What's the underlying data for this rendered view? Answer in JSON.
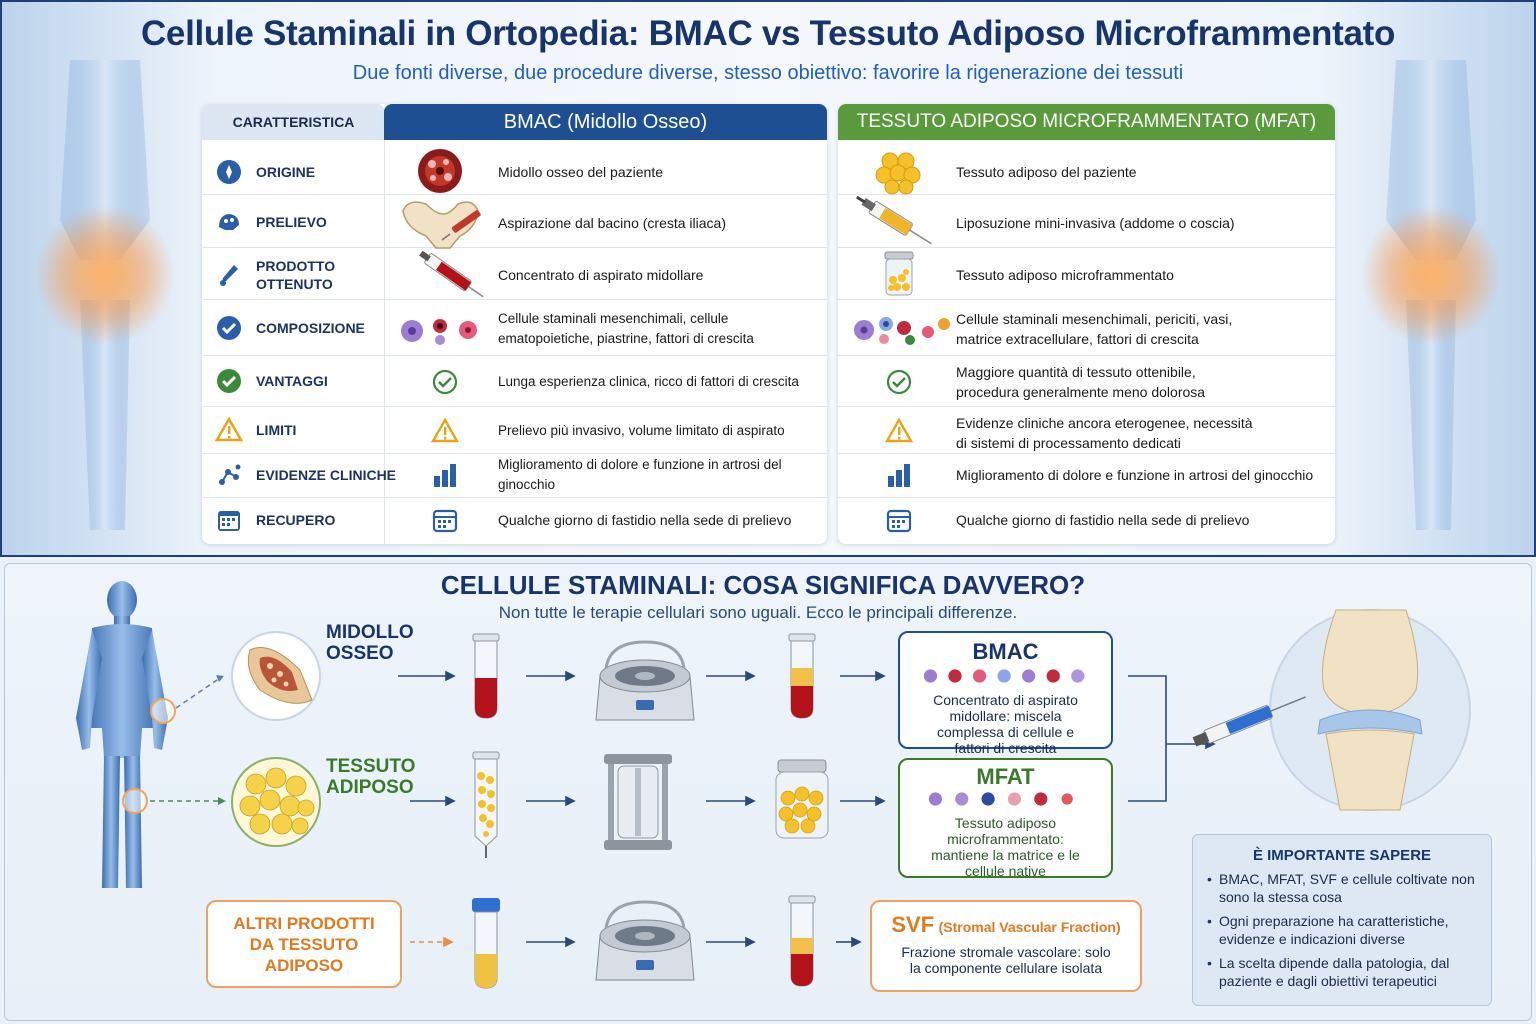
{
  "top": {
    "title": "Cellule Staminali in Ortopedia: BMAC vs Tessuto Adiposo Microframmentato",
    "subtitle": "Due fonti diverse, due procedure diverse, stesso obiettivo: favorire la rigenerazione dei tessuti",
    "headers": {
      "feature": "CARATTERISTICA",
      "bmac": "BMAC (Midollo Osseo)",
      "mfat": "TESSUTO ADIPOSO MICROFRAMMENTATO (MFAT)"
    },
    "rows": [
      {
        "label": "ORIGINE",
        "icon": "origin-icon",
        "bmac": "Midollo osseo del paziente",
        "mfat": "Tessuto adiposo del paziente"
      },
      {
        "label": "PRELIEVO",
        "icon": "harvest-icon",
        "bmac": "Aspirazione dal bacino (cresta iliaca)",
        "mfat": "Liposuzione mini-invasiva (addome o coscia)"
      },
      {
        "label": "PRODOTTO OTTENUTO",
        "icon": "product-icon",
        "bmac": "Concentrato di aspirato midollare",
        "mfat": "Tessuto adiposo microframmentato"
      },
      {
        "label": "COMPOSIZIONE",
        "icon": "composition-icon",
        "bmac": "Cellule staminali mesenchimali, cellule ematopoietiche, piastrine, fattori di crescita",
        "mfat": "Cellule staminali mesenchimali, periciti, vasi, matrice extracellulare, fattori di crescita"
      },
      {
        "label": "VANTAGGI",
        "icon": "check-icon",
        "bmac": "Lunga esperienza clinica, ricco di fattori di crescita",
        "mfat": "Maggiore quantità di tessuto ottenibile, procedura generalmente meno dolorosa"
      },
      {
        "label": "LIMITI",
        "icon": "warning-icon",
        "bmac": "Prelievo più invasivo, volume limitato di aspirato",
        "mfat": "Evidenze cliniche ancora eterogenee, necessità di sistemi di processamento dedicati"
      },
      {
        "label": "EVIDENZE CLINICHE",
        "icon": "evidence-icon",
        "bmac": "Miglioramento di dolore e funzione in artrosi del ginocchio",
        "mfat": "Miglioramento di dolore e funzione in artrosi del ginocchio"
      },
      {
        "label": "RECUPERO",
        "icon": "calendar-icon",
        "bmac": "Qualche giorno di fastidio nella sede di prelievo",
        "mfat": "Qualche giorno di fastidio nella sede di prelievo"
      }
    ]
  },
  "bottom": {
    "title": "CELLULE STAMINALI: COSA SIGNIFICA DAVVERO?",
    "subtitle": "Non tutte le terapie cellulari sono uguali. Ecco le principali differenze.",
    "sources": {
      "marrow": "MIDOLLO OSSEO",
      "adipose": "TESSUTO ADIPOSO",
      "other": "ALTRI PRODOTTI DA TESSUTO ADIPOSO"
    },
    "results": {
      "bmac": {
        "title": "BMAC",
        "desc": "Concentrato di aspirato midollare: miscela complessa di cellule e fattori di crescita"
      },
      "mfat": {
        "title": "MFAT",
        "desc": "Tessuto adiposo microframmentato: mantiene la matrice e le cellule native"
      },
      "svf": {
        "title": "SVF",
        "title_extra": "(Stromal Vascular Fraction)",
        "desc": "Frazione stromale vascolare: solo la componente cellulare isolata"
      }
    },
    "info": {
      "title": "È IMPORTANTE SAPERE",
      "items": [
        "BMAC, MFAT, SVF e cellule coltivate non sono la stessa cosa",
        "Ogni preparazione ha caratteristiche, evidenze e indicazioni diverse",
        "La scelta dipende dalla patologia, dal paziente e dagli obiettivi terapeutici"
      ]
    }
  },
  "colors": {
    "navy": "#17346b",
    "bmac_blue": "#1d4f92",
    "mfat_green": "#5b9a3c",
    "svf_orange": "#e07a1f",
    "warning": "#e8a317"
  }
}
